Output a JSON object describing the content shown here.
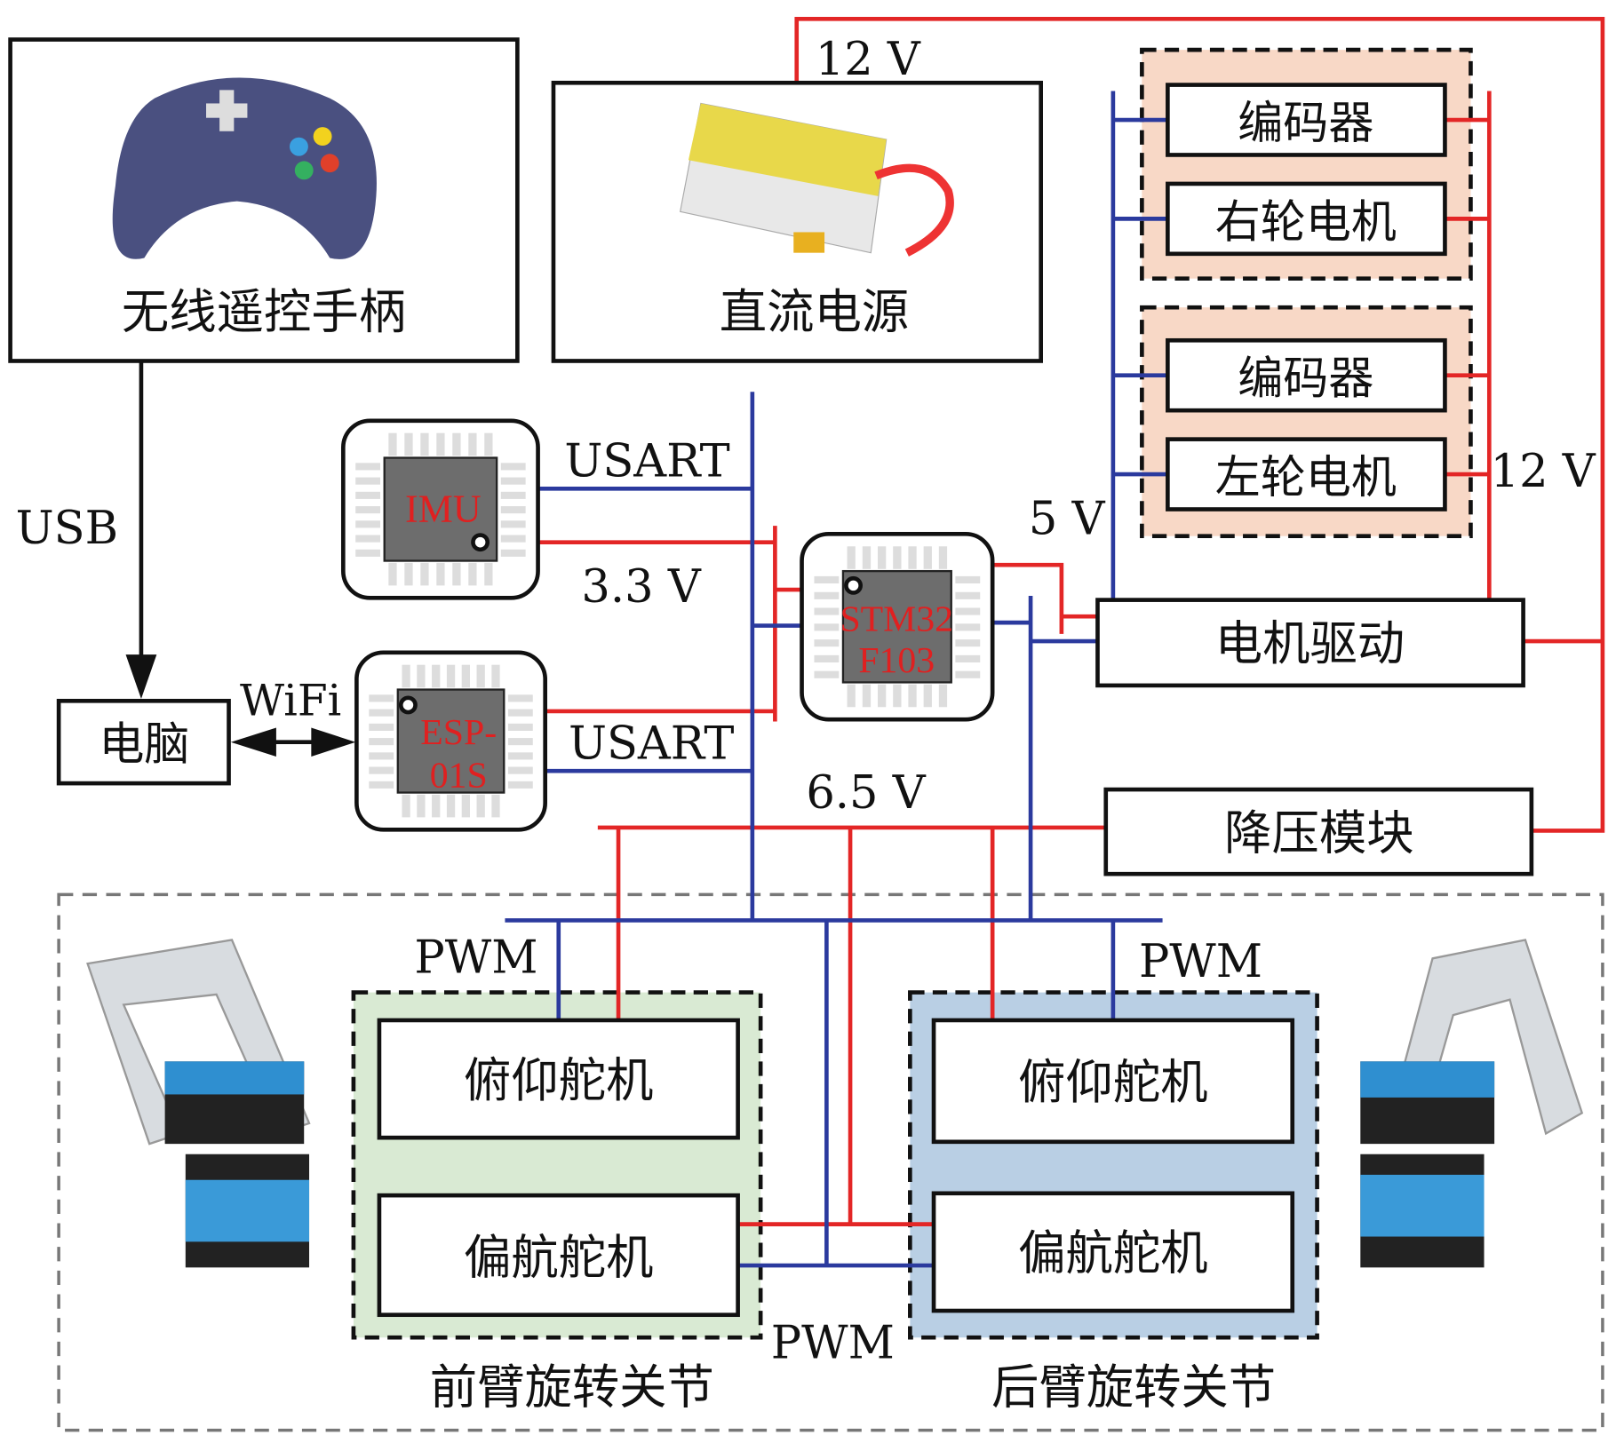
{
  "colors": {
    "power": "#e32626",
    "signal": "#2b3a9e",
    "front_group": "#d9ead3",
    "rear_group": "#b9cfe4",
    "encoder_group": "#f8d8c6",
    "chip_body": "#6d6d6d"
  },
  "blocks": {
    "gamepad": "无线遥控手柄",
    "dc_power": "直流电源",
    "pc": "电脑",
    "encoder_right": "编码器",
    "motor_right": "右轮电机",
    "encoder_left": "编码器",
    "motor_left": "左轮电机",
    "motor_driver": "电机驱动",
    "buck": "降压模块",
    "front_pitch": "俯仰舵机",
    "front_yaw": "偏航舵机",
    "rear_pitch": "俯仰舵机",
    "rear_yaw": "偏航舵机",
    "front_joint": "前臂旋转关节",
    "rear_joint": "后臂旋转关节"
  },
  "chips": {
    "imu": "IMU",
    "stm_line1": "STM32",
    "stm_line2": "F103",
    "esp_line1": "ESP-",
    "esp_line2": "01S"
  },
  "labels": {
    "v12_top": "12 V",
    "v12_right": "12 V",
    "v5": "5 V",
    "v33": "3.3 V",
    "v65": "6.5 V",
    "usart_imu": "USART",
    "usart_esp": "USART",
    "usb": "USB",
    "wifi": "WiFi",
    "pwm_front": "PWM",
    "pwm_rear": "PWM",
    "pwm_bottom": "PWM"
  },
  "icons": {
    "gamepad": "gamepad-icon",
    "battery": "lipo-battery-image",
    "servo": "servo-bracket-image"
  }
}
